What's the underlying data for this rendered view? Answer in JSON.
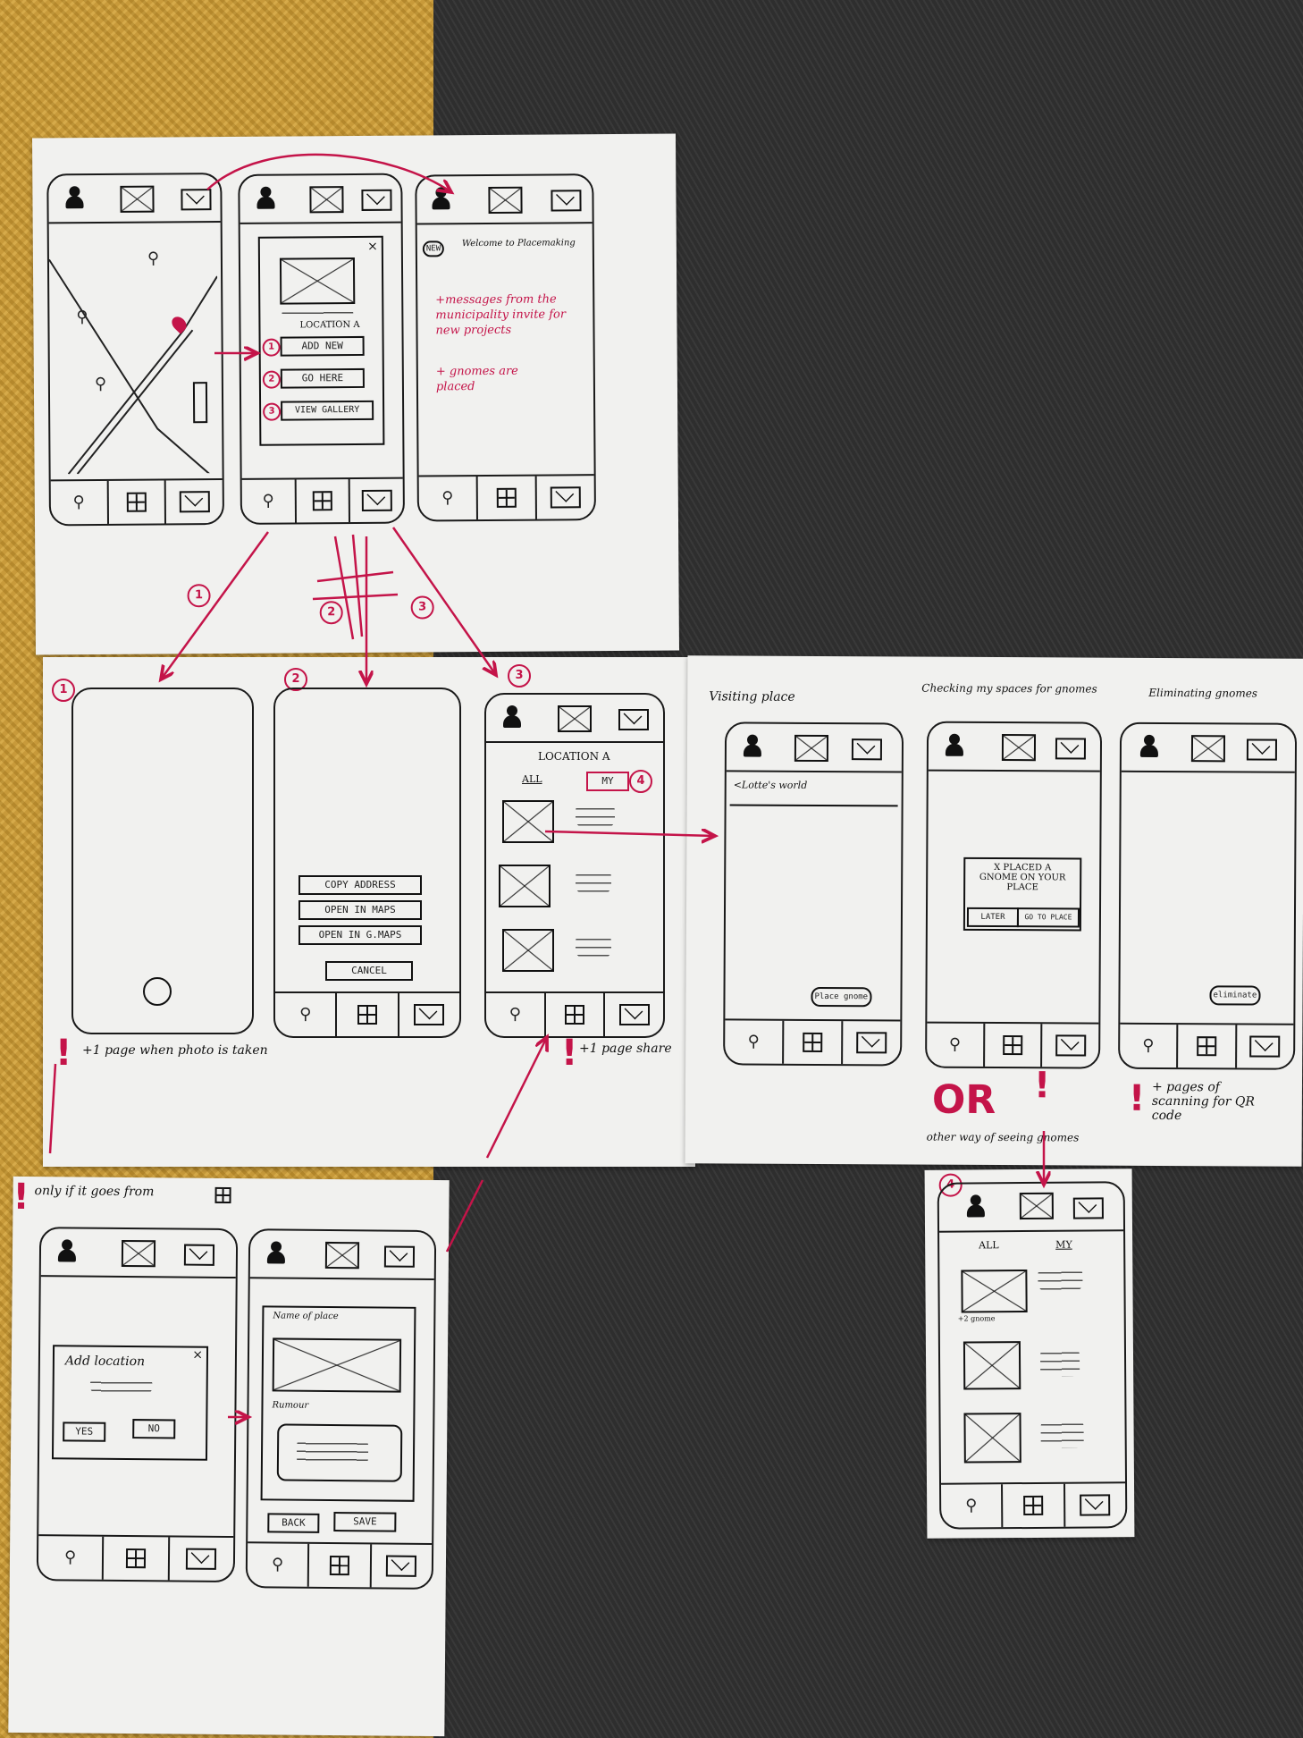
{
  "notes": {
    "welcome": "Welcome to Placemaking",
    "new_badge": "NEW",
    "msg1": "+messages from the municipality invite for new projects",
    "msg2": "+ gnomes are placed",
    "location_a": "LOCATION A",
    "add_new": "ADD NEW",
    "go_here": "GO HERE",
    "view_gallery": "VIEW GALLERY",
    "n1": "1",
    "n2": "2",
    "n3": "3",
    "n4": "4",
    "copy_address": "COPY ADDRESS",
    "open_in_maps": "OPEN IN MAPS",
    "open_in_gmaps": "OPEN IN G.MAPS",
    "cancel": "CANCEL",
    "photo_note": "+1 page when photo is taken",
    "share_note": "+1 page share",
    "all": "ALL",
    "my": "MY",
    "visiting_place": "Visiting place",
    "checking": "Checking my spaces for gnomes",
    "eliminating": "Eliminating gnomes",
    "lottes_world": "<Lotte's world",
    "place_gnome": "Place gnome",
    "placed_gnome": "X PLACED A GNOME ON YOUR PLACE",
    "later": "LATER",
    "go_to_place": "GO TO PLACE",
    "eliminate": "eliminate",
    "or": "OR",
    "other_way": "other way of seeing gnomes",
    "qr_note": "+ pages of scanning for QR code",
    "only_if": "only if it goes from",
    "add_location": "Add location",
    "yes": "YES",
    "no": "NO",
    "name_of_place": "Name of place",
    "rumour": "Rumour",
    "back": "BACK",
    "save": "SAVE",
    "gnomes_count": "+2 gnome"
  }
}
